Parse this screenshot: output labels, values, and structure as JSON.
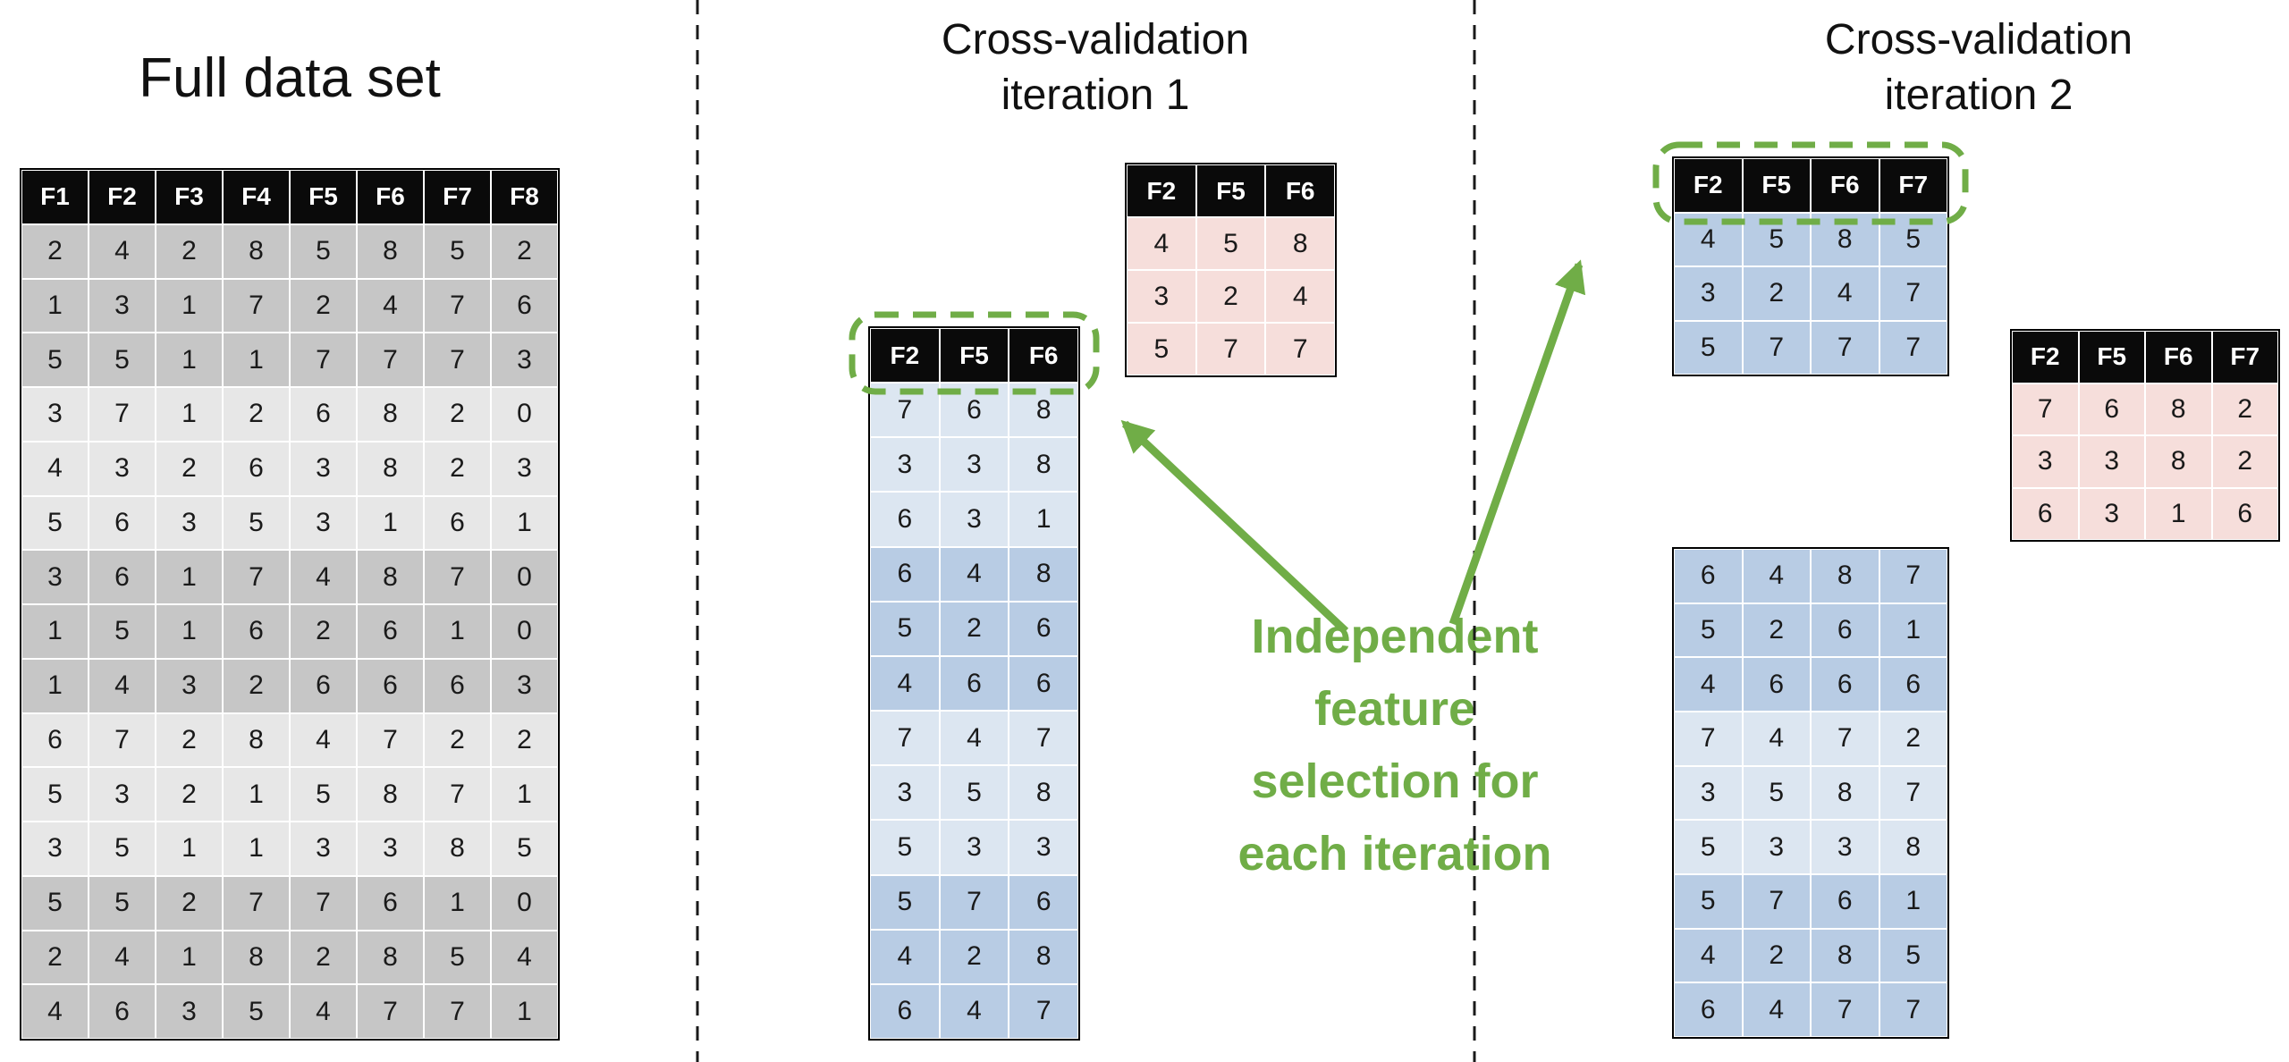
{
  "titles": {
    "full_dataset": "Full data set",
    "iter1_line1": "Cross-validation",
    "iter1_line2": "iteration 1",
    "iter2_line1": "Cross-validation",
    "iter2_line2": "iteration 2"
  },
  "annotation": {
    "lines": [
      "Independent",
      "feature",
      "selection for",
      "each iteration"
    ]
  },
  "colors": {
    "header_bg": "#0a0a0a",
    "header_text": "#ffffff",
    "gray_dark": "#c6c6c6",
    "gray_light": "#e7e7e7",
    "blue_dark": "#b8cce4",
    "blue_light": "#dce6f1",
    "pink": "#f6dedb",
    "green": "#70ad47",
    "divider": "#1a1a1a"
  },
  "tables": {
    "full_dataset": {
      "headers": [
        "F1",
        "F2",
        "F3",
        "F4",
        "F5",
        "F6",
        "F7",
        "F8"
      ],
      "rows": [
        [
          2,
          4,
          2,
          8,
          5,
          8,
          5,
          2
        ],
        [
          1,
          3,
          1,
          7,
          2,
          4,
          7,
          6
        ],
        [
          5,
          5,
          1,
          1,
          7,
          7,
          7,
          3
        ],
        [
          3,
          7,
          1,
          2,
          6,
          8,
          2,
          0
        ],
        [
          4,
          3,
          2,
          6,
          3,
          8,
          2,
          3
        ],
        [
          5,
          6,
          3,
          5,
          3,
          1,
          6,
          1
        ],
        [
          3,
          6,
          1,
          7,
          4,
          8,
          7,
          0
        ],
        [
          1,
          5,
          1,
          6,
          2,
          6,
          1,
          0
        ],
        [
          1,
          4,
          3,
          2,
          6,
          6,
          6,
          3
        ],
        [
          6,
          7,
          2,
          8,
          4,
          7,
          2,
          2
        ],
        [
          5,
          3,
          2,
          1,
          5,
          8,
          7,
          1
        ],
        [
          3,
          5,
          1,
          1,
          3,
          3,
          8,
          5
        ],
        [
          5,
          5,
          2,
          7,
          7,
          6,
          1,
          0
        ],
        [
          2,
          4,
          1,
          8,
          2,
          8,
          5,
          4
        ],
        [
          4,
          6,
          3,
          5,
          4,
          7,
          7,
          1
        ]
      ],
      "row_shades": [
        "gray_dark",
        "gray_dark",
        "gray_dark",
        "gray_light",
        "gray_light",
        "gray_light",
        "gray_dark",
        "gray_dark",
        "gray_dark",
        "gray_light",
        "gray_light",
        "gray_light",
        "gray_dark",
        "gray_dark",
        "gray_dark"
      ]
    },
    "iter1_test": {
      "headers": [
        "F2",
        "F5",
        "F6"
      ],
      "rows": [
        [
          4,
          5,
          8
        ],
        [
          3,
          2,
          4
        ],
        [
          5,
          7,
          7
        ]
      ],
      "row_shades": [
        "pink",
        "pink",
        "pink"
      ]
    },
    "iter1_train": {
      "headers": [
        "F2",
        "F5",
        "F6"
      ],
      "rows": [
        [
          7,
          6,
          8
        ],
        [
          3,
          3,
          8
        ],
        [
          6,
          3,
          1
        ],
        [
          6,
          4,
          8
        ],
        [
          5,
          2,
          6
        ],
        [
          4,
          6,
          6
        ],
        [
          7,
          4,
          7
        ],
        [
          3,
          5,
          8
        ],
        [
          5,
          3,
          3
        ],
        [
          5,
          7,
          6
        ],
        [
          4,
          2,
          8
        ],
        [
          6,
          4,
          7
        ]
      ],
      "row_shades": [
        "blue_light",
        "blue_light",
        "blue_light",
        "blue_dark",
        "blue_dark",
        "blue_dark",
        "blue_light",
        "blue_light",
        "blue_light",
        "blue_dark",
        "blue_dark",
        "blue_dark"
      ]
    },
    "iter2_train_top": {
      "headers": [
        "F2",
        "F5",
        "F6",
        "F7"
      ],
      "rows": [
        [
          4,
          5,
          8,
          5
        ],
        [
          3,
          2,
          4,
          7
        ],
        [
          5,
          7,
          7,
          7
        ]
      ],
      "row_shades": [
        "blue_dark",
        "blue_dark",
        "blue_dark"
      ]
    },
    "iter2_test": {
      "headers": [
        "F2",
        "F5",
        "F6",
        "F7"
      ],
      "rows": [
        [
          7,
          6,
          8,
          2
        ],
        [
          3,
          3,
          8,
          2
        ],
        [
          6,
          3,
          1,
          6
        ]
      ],
      "row_shades": [
        "pink",
        "pink",
        "pink"
      ]
    },
    "iter2_train_bottom": {
      "headers": null,
      "rows": [
        [
          6,
          4,
          8,
          7
        ],
        [
          5,
          2,
          6,
          1
        ],
        [
          4,
          6,
          6,
          6
        ],
        [
          7,
          4,
          7,
          2
        ],
        [
          3,
          5,
          8,
          7
        ],
        [
          5,
          3,
          3,
          8
        ],
        [
          5,
          7,
          6,
          1
        ],
        [
          4,
          2,
          8,
          5
        ],
        [
          6,
          4,
          7,
          7
        ]
      ],
      "row_shades": [
        "blue_dark",
        "blue_dark",
        "blue_dark",
        "blue_light",
        "blue_light",
        "blue_light",
        "blue_dark",
        "blue_dark",
        "blue_dark"
      ]
    }
  }
}
